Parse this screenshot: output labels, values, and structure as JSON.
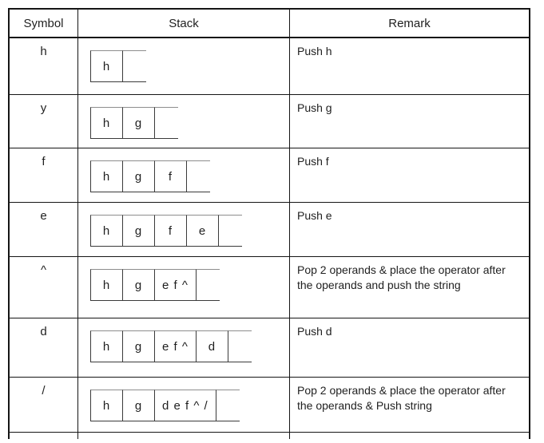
{
  "table": {
    "headers": [
      "Symbol",
      "Stack",
      "Remark"
    ],
    "rows": [
      {
        "symbol": "h",
        "stack": [
          "h"
        ],
        "remark": "Push h"
      },
      {
        "symbol": "y",
        "stack": [
          "h",
          "g"
        ],
        "remark": "Push g"
      },
      {
        "symbol": "f",
        "stack": [
          "h",
          "g",
          "f"
        ],
        "remark": "Push f"
      },
      {
        "symbol": "e",
        "stack": [
          "h",
          "g",
          "f",
          "e"
        ],
        "remark": "Push e"
      },
      {
        "symbol": "^",
        "stack": [
          "h",
          "g",
          "e f ^"
        ],
        "remark": "Pop 2 operands & place the operator after the operands and push the string"
      },
      {
        "symbol": "d",
        "stack": [
          "h",
          "g",
          "e f ^",
          "d"
        ],
        "remark": "Push d"
      },
      {
        "symbol": "/",
        "stack": [
          "h",
          "g",
          "d e f ^ /"
        ],
        "remark": "Pop 2 operands & place the operator after the operands & Push string"
      }
    ]
  }
}
